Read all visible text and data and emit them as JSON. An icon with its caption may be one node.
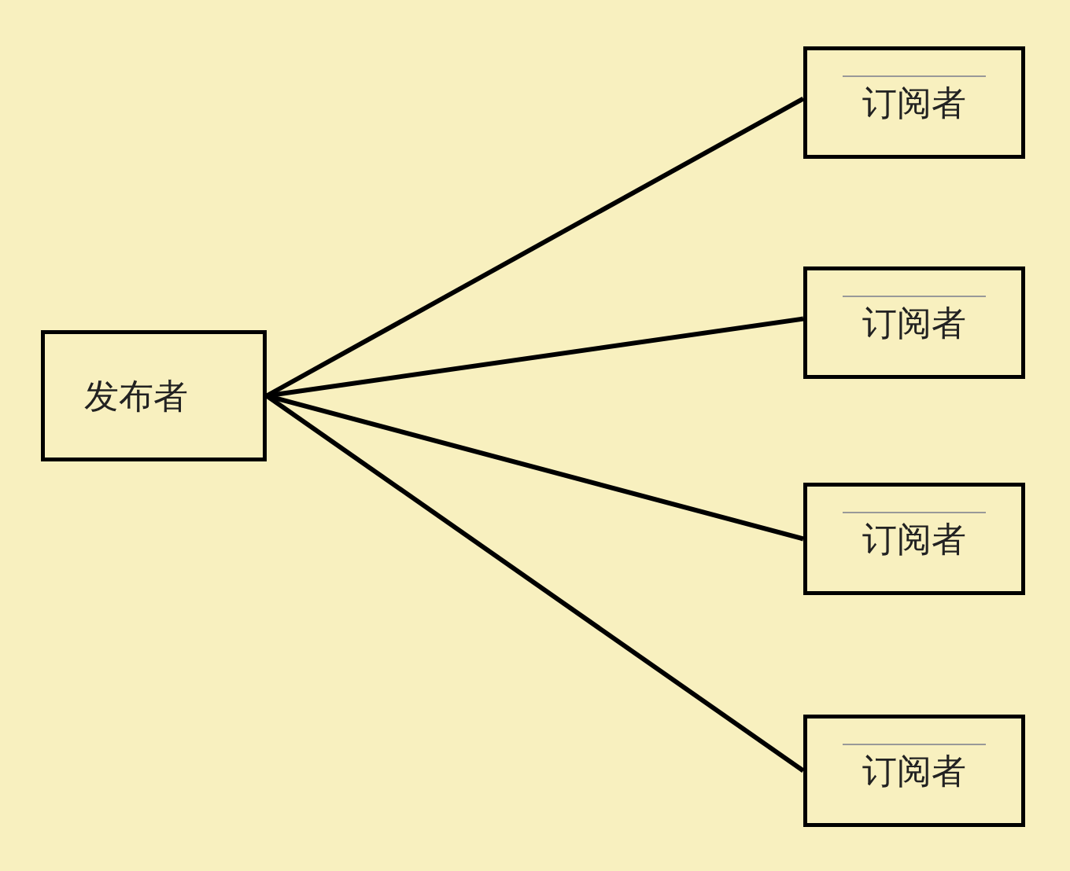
{
  "diagram": {
    "nodes": [
      {
        "text": [
          "发布者"
        ]
      },
      {
        "text": [
          "订阅者"
        ]
      },
      {
        "text": [
          "订阅者"
        ]
      },
      {
        "text": [
          "订阅者"
        ]
      },
      {
        "text": [
          "订阅者"
        ]
      }
    ],
    "edges": [
      {
        "from": 0,
        "to": 1,
        "arrow": "none"
      },
      {
        "from": 0,
        "to": 2,
        "arrow": "none"
      },
      {
        "from": 0,
        "to": 3,
        "arrow": "none"
      },
      {
        "from": 0,
        "to": 4,
        "arrow": "none"
      }
    ]
  }
}
